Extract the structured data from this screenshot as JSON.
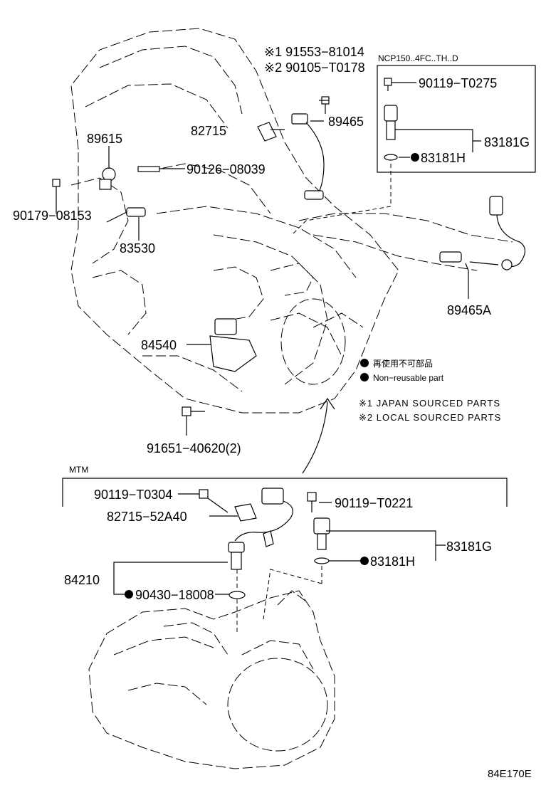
{
  "labels": {
    "p91553": "※1 91553−81014",
    "p90105": "※2 90105−T0178",
    "p89465": "89465",
    "p82715": "82715",
    "p89615": "89615",
    "p90126": "90126−08039",
    "p90179": "90179−08153",
    "p83530": "83530",
    "p84540": "84540",
    "p89465A": "89465A",
    "p91651": "91651−40620(2)",
    "box_title": "NCP150..4FC..TH..D",
    "p90119_t0275": "90119−T0275",
    "p83181G_top": "83181G",
    "p83181H_top": "83181H",
    "mtm": "MTM",
    "p90119_t0304": "90119−T0304",
    "p82715_52a40": "82715−52A40",
    "p90119_t0221": "90119−T0221",
    "p83181G_bot": "83181G",
    "p83181H_bot": "83181H",
    "p84210": "84210",
    "p90430": "90430−18008",
    "diagram_id": "84E170E"
  },
  "legend": {
    "non_reusable_jp": "再使用不可部品",
    "non_reusable_en": "Non−reusable part",
    "note1": "※1 JAPAN SOURCED PARTS",
    "note2": "※2 LOCAL SOURCED PARTS"
  }
}
